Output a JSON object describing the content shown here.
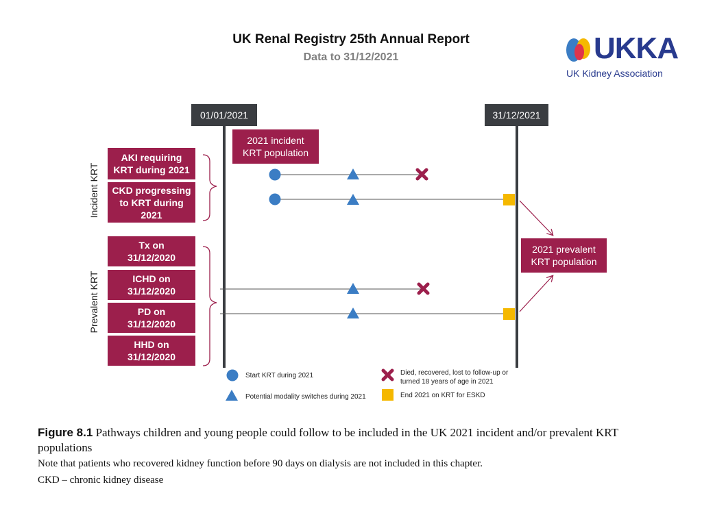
{
  "header": {
    "title": "UK Renal Registry 25th Annual Report",
    "subtitle": "Data to 31/12/2021"
  },
  "logo": {
    "wordmark": "UKKA",
    "tagline": "UK Kidney Association",
    "colors": {
      "blue": "#3b7dc4",
      "yellow": "#f5b800",
      "navy": "#283a8e",
      "red": "#e0344b"
    }
  },
  "timeline": {
    "start_date": "01/01/2021",
    "end_date": "31/12/2021"
  },
  "boxes": {
    "incident_population": "2021 incident\nKRT population",
    "prevalent_population": "2021 prevalent\nKRT population",
    "aki": "AKI requiring\nKRT during 2021",
    "ckd": "CKD progressing\nto KRT during\n2021",
    "tx": "Tx on\n31/12/2020",
    "ichd": "ICHD on\n31/12/2020",
    "pd": "PD on\n31/12/2020",
    "hhd": "HHD on\n31/12/2020"
  },
  "group_labels": {
    "incident": "Incident KRT",
    "prevalent": "Prevalent KRT"
  },
  "legend": {
    "start": "Start KRT during 2021",
    "switch": "Potential modality switches during 2021",
    "died": "Died, recovered, lost to follow-up or\nturned 18 years of age in 2021",
    "end": "End 2021 on KRT for ESKD"
  },
  "caption": {
    "figure_label": "Figure 8.1",
    "figure_text": "Pathways children and young people could follow to be included in the UK 2021 incident and/or prevalent KRT",
    "figure_text_cont": "populations",
    "note": "Note that patients who recovered kidney function before 90 days on dialysis are not included in this chapter.",
    "abbrev": "CKD – chronic kidney disease"
  },
  "colors": {
    "box": "#9c1f4c",
    "date_box": "#3a3d41",
    "circle": "#3b7dc4",
    "triangle": "#3b7dc4",
    "cross": "#9c1f4c",
    "square": "#f5b800",
    "timeline": "#3a3d41"
  }
}
